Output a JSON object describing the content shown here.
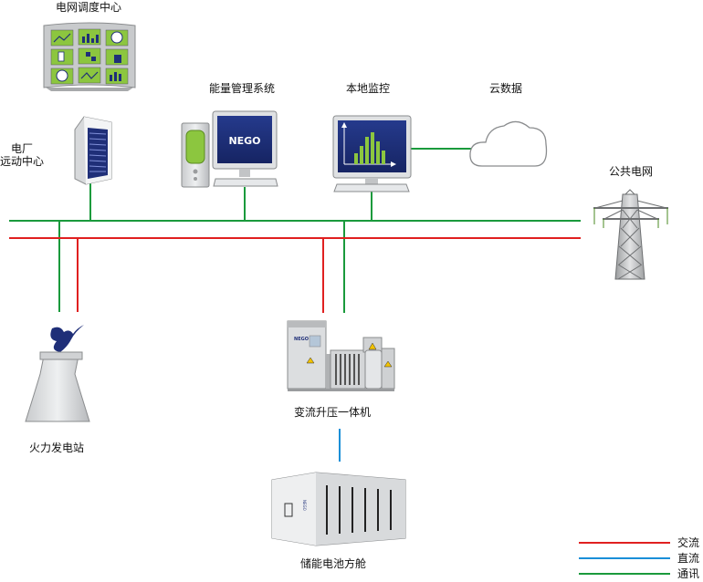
{
  "labels": {
    "dispatch_center": "电网调度中心",
    "plant_control_line1": "电厂",
    "plant_control_line2": "远动中心",
    "energy_mgmt": "能量管理系统",
    "local_monitor": "本地监控",
    "cloud_data": "云数据",
    "public_grid": "公共电网",
    "thermal_plant": "火力发电站",
    "converter": "变流升压一体机",
    "battery_cabin": "储能电池方舱",
    "monitor_brand": "NEGO",
    "cabinet_brand": "NEGO"
  },
  "legend": [
    {
      "label": "交流",
      "color": "#e02020"
    },
    {
      "label": "直流",
      "color": "#1a8fd8"
    },
    {
      "label": "通讯",
      "color": "#1a9a3c"
    }
  ],
  "colors": {
    "ac": "#e02020",
    "dc": "#1a8fd8",
    "comm": "#1a9a3c",
    "screen": "#1f2f78",
    "green_panel": "#8cc63f"
  }
}
